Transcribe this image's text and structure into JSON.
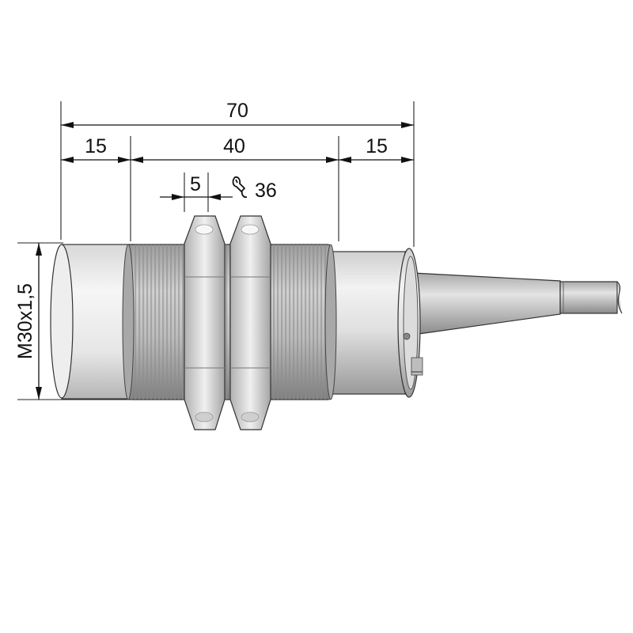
{
  "drawing": {
    "dimensions": {
      "overall_length": "70",
      "front_length": "15",
      "thread_length": "40",
      "rear_length": "15",
      "nut_thickness": "5",
      "wrench_size": "36",
      "thread_spec": "M30x1,5"
    },
    "colors": {
      "line": "#111111",
      "metal_light": "#e6e6e6",
      "metal_mid": "#b9b9b9",
      "metal_dark": "#7d7d7d",
      "thread_dark": "#6f6f6f"
    },
    "icons": {
      "wrench": "wrench-icon"
    }
  }
}
